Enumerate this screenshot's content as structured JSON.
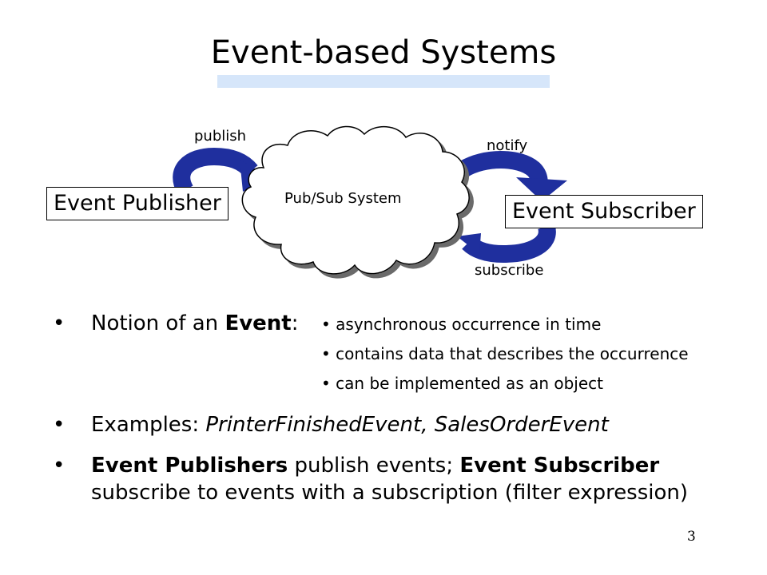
{
  "slide": {
    "title": "Event-based Systems",
    "page_number": "3"
  },
  "diagram": {
    "publisher_label": "Event Publisher",
    "subscriber_label": "Event Subscriber",
    "system_label": "Pub/Sub System",
    "publish_label": "publish",
    "notify_label": "notify",
    "subscribe_label": "subscribe",
    "arrow_color": "#1f2f9e"
  },
  "bullets": {
    "event": {
      "prefix": "Notion of an ",
      "bold": "Event",
      "suffix": ":",
      "items": [
        "asynchronous occurrence in time",
        "contains data that describes the occurrence",
        "can be implemented as an object"
      ]
    },
    "examples": {
      "prefix": "Examples: ",
      "italic": "PrinterFinishedEvent, SalesOrderEvent"
    },
    "publishers": {
      "bold1": "Event Publishers",
      "text1": " publish events; ",
      "bold2": "Event Subscriber",
      "text2": " subscribe to events with a subscription (filter expression)"
    }
  }
}
